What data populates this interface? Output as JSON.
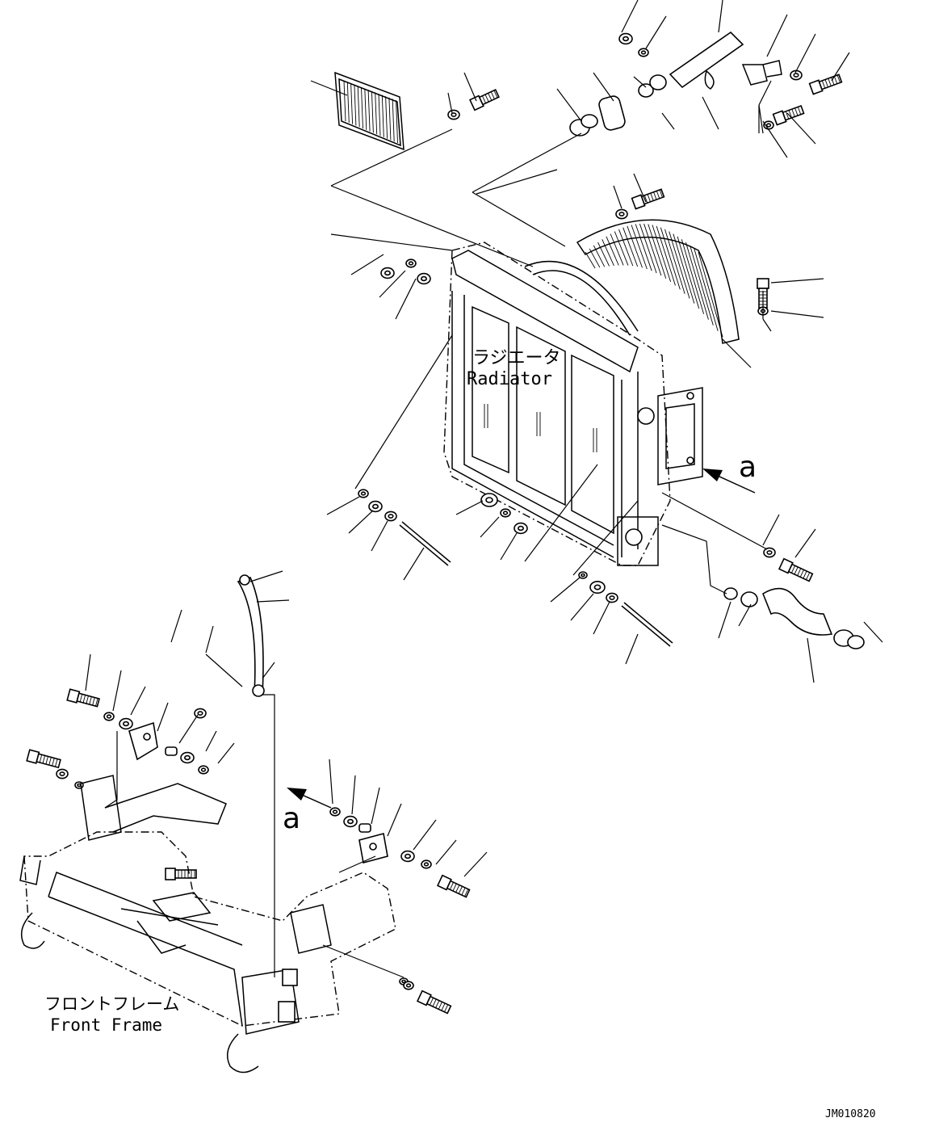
{
  "labels": {
    "radiator_jp": "ラジエータ",
    "radiator_en": "Radiator",
    "front_frame_jp": "フロントフレーム",
    "front_frame_en": "Front Frame",
    "view_arrow_top": "a",
    "view_arrow_bottom": "a",
    "drawing_code": "JM010820"
  }
}
